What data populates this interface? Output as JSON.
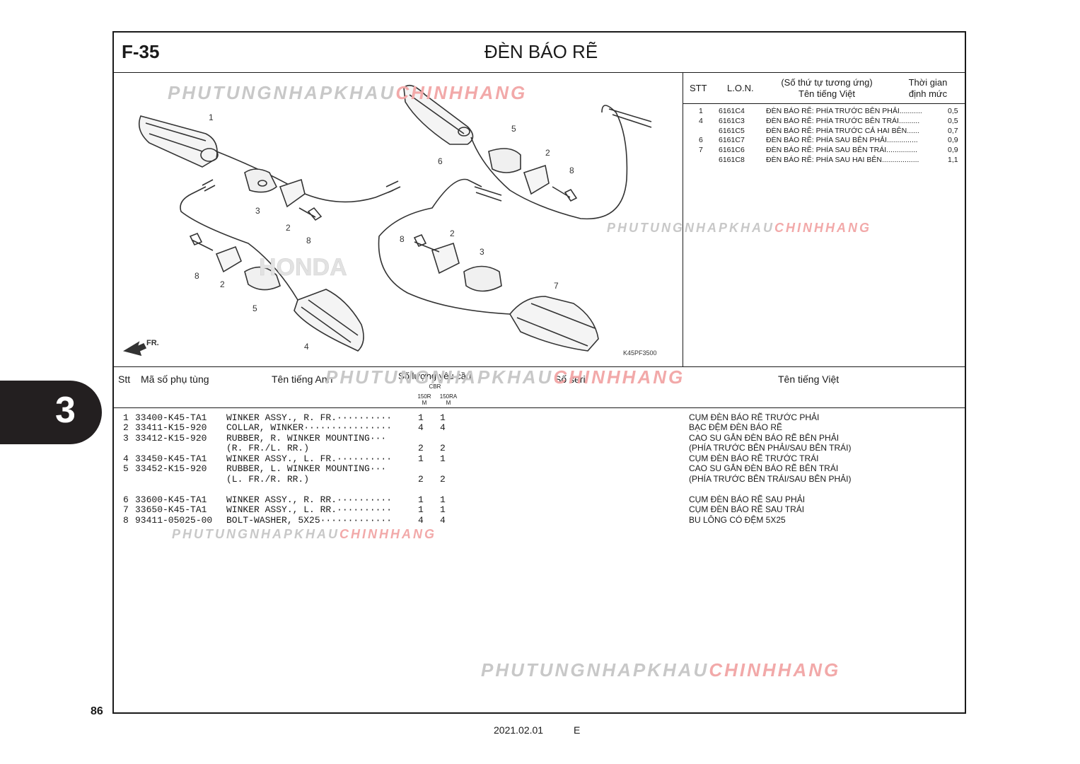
{
  "page": {
    "code": "F-35",
    "title": "ĐÈN BÁO RẼ",
    "section_tab": "3",
    "page_number": "86",
    "date": "2021.02.01",
    "edition": "E"
  },
  "diagram": {
    "figure_code": "K45PF3500",
    "fr_label": "FR.",
    "logo": "HONDA",
    "callouts": [
      "1",
      "2",
      "3",
      "5",
      "8",
      "4",
      "6",
      "5",
      "2",
      "8",
      "2",
      "8",
      "3",
      "7"
    ]
  },
  "lon_table": {
    "headers": {
      "stt": "STT",
      "lon": "L.O.N.",
      "ref_line1": "(Số thứ tự tương ứng)",
      "ref_line2": "Tên tiếng Việt",
      "time_line1": "Thời gian",
      "time_line2": "định mức"
    },
    "rows": [
      {
        "stt": "1",
        "lon": "6161C4",
        "name": "ĐÈN BÁO RẼ: PHÍA TRƯỚC BÊN PHẢI...........",
        "time": "0,5"
      },
      {
        "stt": "4",
        "lon": "6161C3",
        "name": "ĐÈN BÁO RẼ: PHÍA TRƯỚC BÊN TRÁI..........",
        "time": "0,5"
      },
      {
        "stt": "",
        "lon": "6161C5",
        "name": "ĐÈN BÁO RẼ: PHÍA TRƯỚC CẢ HAI BÊN......",
        "time": "0,7"
      },
      {
        "stt": "6",
        "lon": "6161C7",
        "name": "ĐÈN BÁO RẼ: PHÍA SAU BÊN PHẢI...............",
        "time": "0,9"
      },
      {
        "stt": "7",
        "lon": "6161C6",
        "name": "ĐÈN BÁO RẼ: PHÍA SAU BÊN TRÁI...............",
        "time": "0,9"
      },
      {
        "stt": "",
        "lon": "6161C8",
        "name": "ĐÈN BÁO RẼ: PHÍA SAU HAI BÊN..................",
        "time": "1,1"
      }
    ]
  },
  "parts_header": {
    "stt": "Stt",
    "part_no": "Mã số phụ tùng",
    "en_name": "Tên tiếng Anh",
    "qty": "Số lượng yêu cầu",
    "model": "CBR",
    "variant1_line1": "150R",
    "variant1_line2": "M",
    "variant2_line1": "150RA",
    "variant2_line2": "M",
    "serial": "Số seri",
    "vn_name": "Tên tiếng Việt"
  },
  "parts": [
    {
      "stt": "1",
      "part_no": "33400-K45-TA1",
      "en": "WINKER ASSY., R. FR.··········",
      "q1": "1",
      "q2": "1",
      "vn": "CỤM ĐÈN BÁO RẼ TRƯỚC PHẢI"
    },
    {
      "stt": "2",
      "part_no": "33411-K15-920",
      "en": "COLLAR, WINKER················",
      "q1": "4",
      "q2": "4",
      "vn": "BẠC ĐỆM ĐÈN BÁO RẼ"
    },
    {
      "stt": "3",
      "part_no": "33412-K15-920",
      "en": "RUBBER, R. WINKER MOUNTING···",
      "q1": "",
      "q2": "",
      "vn": "CAO SU GẮN ĐÈN BÁO RẼ BÊN PHẢI"
    },
    {
      "stt": "",
      "part_no": "",
      "en": "(R. FR./L. RR.)",
      "q1": "2",
      "q2": "2",
      "vn": "(PHÍA TRƯỚC BÊN PHẢI/SAU BÊN TRÁI)"
    },
    {
      "stt": "4",
      "part_no": "33450-K45-TA1",
      "en": "WINKER ASSY., L. FR.··········",
      "q1": "1",
      "q2": "1",
      "vn": "CỤM ĐÈN BÁO RẼ TRƯỚC TRÁI"
    },
    {
      "stt": "5",
      "part_no": "33452-K15-920",
      "en": "RUBBER, L. WINKER MOUNTING···",
      "q1": "",
      "q2": "",
      "vn": "CAO SU GẮN ĐÈN BÁO RẼ BÊN TRÁI"
    },
    {
      "stt": "",
      "part_no": "",
      "en": "(L. FR./R. RR.)",
      "q1": "2",
      "q2": "2",
      "vn": "(PHÍA TRƯỚC BÊN TRÁI/SAU BÊN PHẢI)"
    },
    {
      "stt": "6",
      "part_no": "33600-K45-TA1",
      "en": "WINKER ASSY., R. RR.··········",
      "q1": "1",
      "q2": "1",
      "vn": "CỤM ĐÈN BÁO RẼ SAU PHẢI"
    },
    {
      "stt": "7",
      "part_no": "33650-K45-TA1",
      "en": "WINKER ASSY., L. RR.··········",
      "q1": "1",
      "q2": "1",
      "vn": "CỤM ĐÈN BÁO RẼ SAU TRÁI"
    },
    {
      "stt": "8",
      "part_no": "93411-05025-00",
      "en": "BOLT-WASHER, 5X25·············",
      "q1": "4",
      "q2": "4",
      "vn": "BU LÔNG CÓ ĐỆM 5X25"
    }
  ],
  "watermark": {
    "part1": "PHUTUNGNHAPKHAU",
    "part2": "CHINHHANG"
  }
}
